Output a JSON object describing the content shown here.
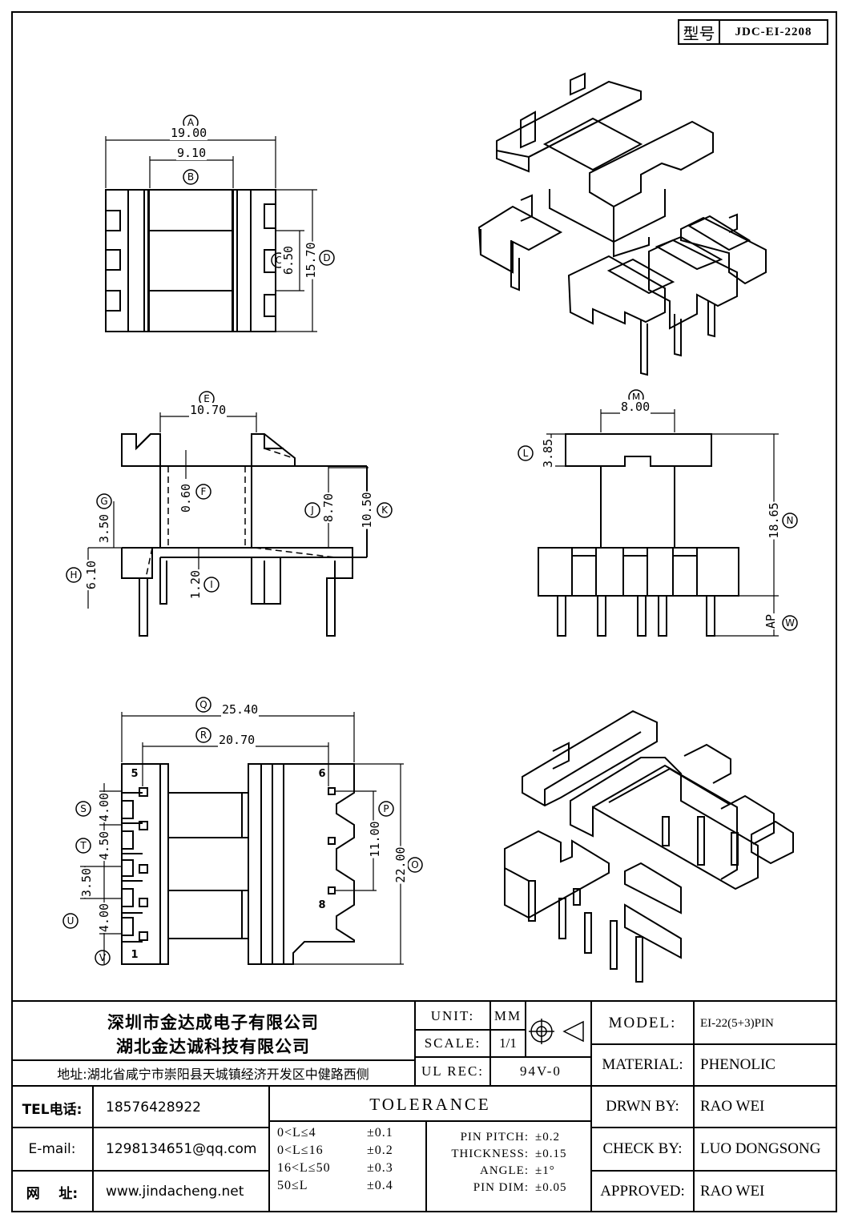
{
  "header": {
    "model_label": "型号",
    "model_no": "JDC-EI-2208"
  },
  "dims": {
    "A": "19.00",
    "B": "9.10",
    "C": "6.50",
    "D": "15.70",
    "E": "10.70",
    "F": "0.60",
    "G": "3.50",
    "H": "6.10",
    "I": "1.20",
    "J": "8.70",
    "K": "10.50",
    "L": "3.85",
    "M": "8.00",
    "N": "18.65",
    "W": "AP",
    "Q": "25.40",
    "R": "20.70",
    "P": "11.00",
    "O": "22.00",
    "S": "4.00",
    "T": "4.50",
    "U": "3.50",
    "V": "4.00"
  },
  "letters": {
    "A": "A",
    "B": "B",
    "C": "C",
    "D": "D",
    "E": "E",
    "F": "F",
    "G": "G",
    "H": "H",
    "I": "I",
    "J": "J",
    "K": "K",
    "L": "L",
    "M": "M",
    "N": "N",
    "O": "O",
    "P": "P",
    "Q": "Q",
    "R": "R",
    "S": "S",
    "T": "T",
    "U": "U",
    "V": "V",
    "W": "W"
  },
  "pins": {
    "p5": "5",
    "p1": "1",
    "p6": "6",
    "p8": "8"
  },
  "company": {
    "name1": "深圳市金达成电子有限公司",
    "name2": "湖北金达诚科技有限公司",
    "address": "地址:湖北省咸宁市崇阳县天城镇经济开发区中健路西侧",
    "tel_label": "TEL电话:",
    "tel": "18576428922",
    "email_label": "E-mail:",
    "email": "1298134651@qq.com",
    "web_label": "网    址:",
    "web": "www.jindacheng.net"
  },
  "spec": {
    "unit_label": "UNIT:",
    "unit": "MM",
    "scale_label": "SCALE:",
    "scale": "1/1",
    "ulrec_label": "UL REC:",
    "ulrec": "94V-0",
    "tolerance_title": "TOLERANCE",
    "tol": [
      {
        "range": "0<L≤4",
        "val": "±0.1"
      },
      {
        "range": "0<L≤16",
        "val": "±0.2"
      },
      {
        "range": "16<L≤50",
        "val": "±0.3"
      },
      {
        "range": "50≤L",
        "val": "±0.4"
      }
    ],
    "extra": [
      {
        "label": "PIN PITCH:",
        "val": "±0.2"
      },
      {
        "label": "THICKNESS:",
        "val": "±0.15"
      },
      {
        "label": "ANGLE:",
        "val": "±1°"
      },
      {
        "label": "PIN DIM:",
        "val": "±0.05"
      }
    ]
  },
  "info": {
    "model_label": "MODEL:",
    "model": "EI-22(5+3)PIN",
    "material_label": "MATERIAL:",
    "material": "PHENOLIC",
    "drawn_label": "DRWN BY:",
    "drawn": "RAO WEI",
    "check_label": "CHECK BY:",
    "check": "LUO DONGSONG",
    "approved_label": "APPROVED:",
    "approved": "RAO WEI"
  }
}
